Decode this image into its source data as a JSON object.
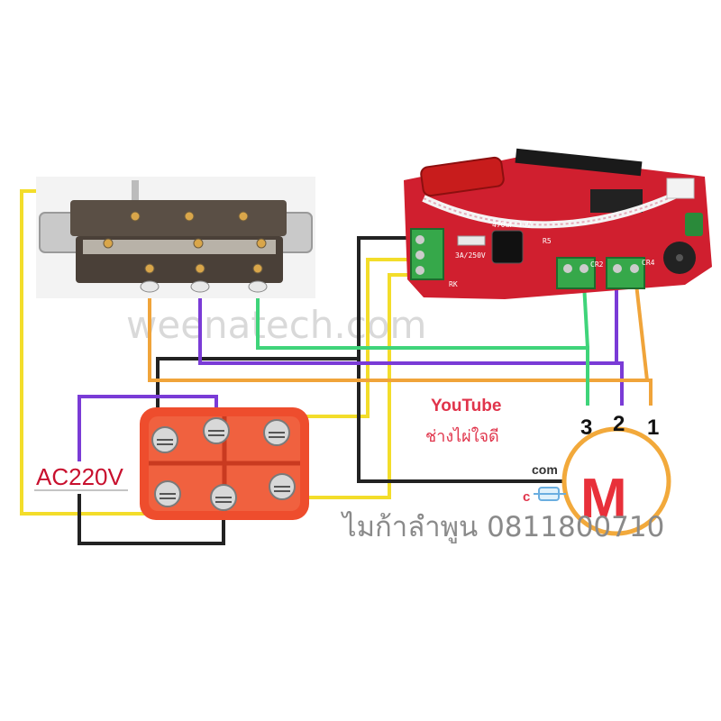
{
  "watermark": "weenatech.com",
  "channel": {
    "platform": "YouTube",
    "name": "ช่างไผ่ใจดี"
  },
  "power": {
    "label": "AC220V"
  },
  "motor": {
    "letter": "M",
    "terminals": [
      "3",
      "2",
      "1"
    ],
    "com_label": "com",
    "cap_label": "c"
  },
  "contact": {
    "text": "ไมก้าลำพูน 0811800710"
  },
  "pcb": {
    "labels": [
      "R5",
      "RK",
      "CR2",
      "CR4",
      "3A/250V",
      "470uF 16V"
    ]
  },
  "colors": {
    "wire_yellow": "#f3dd2a",
    "wire_orange": "#f0a43a",
    "wire_purple": "#7a3bd6",
    "wire_green": "#3fd47a",
    "wire_black": "#222222",
    "pcb_red": "#d01f2f",
    "switch_red": "#ee4d2d",
    "motor_ring": "#f2a93b"
  }
}
